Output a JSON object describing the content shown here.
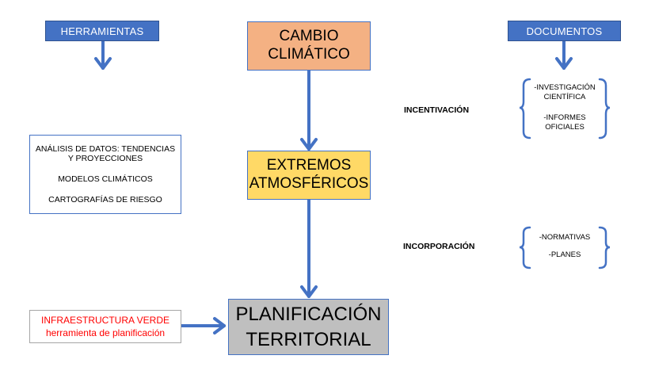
{
  "headers": {
    "tools": "HERRAMIENTAS",
    "documents": "DOCUMENTOS"
  },
  "flow": {
    "climate_change": [
      "CAMBIO",
      "CLIMÁTICO"
    ],
    "extremes": [
      "EXTREMOS",
      "ATMOSFÉRICOS"
    ],
    "planning": [
      "PLANIFICACIÓN",
      "TERRITORIAL"
    ]
  },
  "tools_list": [
    "ANÁLISIS DE DATOS: TENDENCIAS",
    "Y PROYECCIONES",
    "MODELOS CLIMÁTICOS",
    "CARTOGRAFÍAS DE RIESGO"
  ],
  "labels": {
    "incentive": "INCENTIVACIÓN",
    "incorporation": "INCORPORACIÓN"
  },
  "documents_list": {
    "research": [
      "-INVESTIGACIÓN",
      "CIENTÍFICA"
    ],
    "reports": [
      "-INFORMES",
      "OFICIALES"
    ]
  },
  "incorporation_list": [
    "-NORMATIVAS",
    "-PLANES"
  ],
  "green_infra": {
    "title": "INFRAESTRUCTURA VERDE",
    "subtitle": "herramienta de planificación"
  },
  "colors": {
    "arrow": "#4472C4",
    "header_fill": "#4472C4",
    "climate_fill": "#F4B183",
    "extremes_fill": "#FFD966",
    "planning_fill": "#BFBFBF",
    "green_infra_text": "#FF0000"
  }
}
